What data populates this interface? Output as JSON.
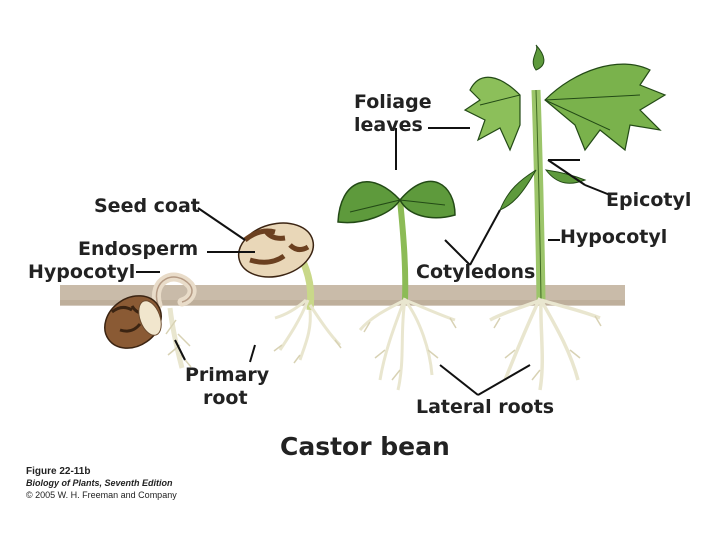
{
  "labels": {
    "foliage_leaves_1": "Foliage",
    "foliage_leaves_2": "leaves",
    "seed_coat": "Seed coat",
    "endosperm": "Endosperm",
    "hypocotyl_left": "Hypocotyl",
    "primary_root_1": "Primary",
    "primary_root_2": "root",
    "cotyledons": "Cotyledons",
    "epicotyl": "Epicotyl",
    "hypocotyl_right": "Hypocotyl",
    "lateral_roots": "Lateral roots"
  },
  "title": "Castor bean",
  "credit": {
    "figure": "Figure 22-11b",
    "book": "Biology of Plants, Seventh Edition",
    "copyright": "© 2005 W. H. Freeman and Company"
  },
  "colors": {
    "soil": "#c7b8a6",
    "leaf": "#5e9a3c",
    "leaf_light": "#9ccb6e",
    "stem": "#9cc56a",
    "root": "#e9e6cf",
    "seed": "#8a5a34",
    "seed_light": "#e9d7b8"
  }
}
